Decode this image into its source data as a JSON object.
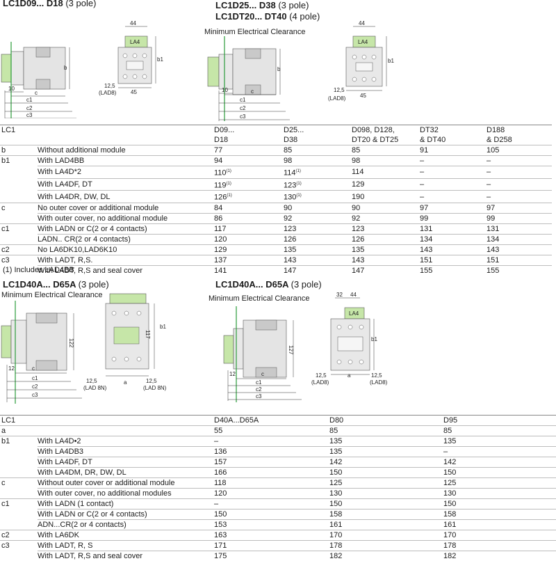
{
  "section1": {
    "heading_left": {
      "a": "LC1D09... D18",
      "b": "(3 pole)"
    },
    "heading_right": {
      "line1a": "LC1D25... D38",
      "line1b": "(3 pole)",
      "line2a": "LC1DT20... DT40",
      "line2b": "(4 pole)"
    },
    "clearance_label": "Minimum Electrical Clearance",
    "dims_left": {
      "b": "b",
      "d10": "10",
      "c": "c",
      "c1": "c1",
      "c2": "c2",
      "c3": "c3",
      "w44": "44",
      "la4": "LA4",
      "b1": "b1",
      "d125": "12,5",
      "lad8": "(LAD8)",
      "w45": "45"
    },
    "dims_right": {
      "b": "b",
      "d10": "10",
      "c": "c",
      "c1": "c1",
      "c2": "c2",
      "c3": "c3",
      "w44": "44",
      "la4": "LA4",
      "b1": "b1",
      "d125": "12,5",
      "lad8": "(LAD8)",
      "w45": "45"
    }
  },
  "table1": {
    "header": {
      "lc1": "LC1",
      "cols": [
        [
          "D09...",
          "D18"
        ],
        [
          "D25...",
          "D38"
        ],
        [
          "D098, D128,",
          "DT20 & DT25"
        ],
        [
          "DT32",
          "& DT40"
        ],
        [
          "D188",
          "& D258"
        ]
      ]
    },
    "rows": [
      {
        "key": "b",
        "desc": "Without additional module",
        "vals": [
          "77",
          "85",
          "85",
          "91",
          "105"
        ],
        "group_start": true
      },
      {
        "key": "b1",
        "desc": "With LAD4BB",
        "vals": [
          "94",
          "98",
          "98",
          "–",
          "–"
        ],
        "group_start": true
      },
      {
        "key": "",
        "desc": "With LA4D*2",
        "vals": [
          "110",
          "114",
          "114",
          "–",
          "–"
        ],
        "notes": [
          "(1)",
          "(1)"
        ]
      },
      {
        "key": "",
        "desc": "With LA4DF, DT",
        "vals": [
          "119",
          "123",
          "129",
          "–",
          "–"
        ],
        "notes": [
          "(1)",
          "(1)"
        ]
      },
      {
        "key": "",
        "desc": "With LA4DR, DW, DL",
        "vals": [
          "126",
          "130",
          "190",
          "–",
          "–"
        ],
        "notes": [
          "(1)",
          "(1)"
        ]
      },
      {
        "key": "c",
        "desc": "No outer cover or additional module",
        "vals": [
          "84",
          "90",
          "90",
          "97",
          "97"
        ],
        "group_start": true
      },
      {
        "key": "",
        "desc": "With outer cover, no additional module",
        "vals": [
          "86",
          "92",
          "92",
          "99",
          "99"
        ]
      },
      {
        "key": "c1",
        "desc": "With LADN or C(2 or 4 contacts)",
        "vals": [
          "117",
          "123",
          "123",
          "131",
          "131"
        ],
        "group_start": true
      },
      {
        "key": "",
        "desc": "LADN.. CR(2 or 4 contacts)",
        "vals": [
          "120",
          "126",
          "126",
          "134",
          "134"
        ]
      },
      {
        "key": "c2",
        "desc": "No LA6DK10,LAD6K10",
        "vals": [
          "129",
          "135",
          "135",
          "143",
          "143"
        ],
        "group_start": true
      },
      {
        "key": "c3",
        "desc": "With LADT, R,S.",
        "vals": [
          "137",
          "143",
          "143",
          "151",
          "151"
        ],
        "group_start": true
      },
      {
        "key": "",
        "desc": "With LADT, R,S and seal cover",
        "vals": [
          "141",
          "147",
          "147",
          "155",
          "155"
        ]
      }
    ],
    "footnote": "(1) Includes LAD4BB"
  },
  "section2": {
    "heading_left": {
      "a": "LC1D40A... D65A",
      "b": "(3 pole)"
    },
    "heading_right": {
      "a": "LC1D40A... D65A",
      "b": "(3 pole)"
    },
    "clearance_left": "Minimum Electrical Clearance",
    "clearance_right": "Minimum Electrical Clearance",
    "dims_left": {
      "h122": "122",
      "d12": "12",
      "c": "c",
      "c1": "c1",
      "c2": "c2",
      "c3": "c3",
      "b1": "b1",
      "h117": "117",
      "d125a": "12,5",
      "lad8na": "(LAD 8N)",
      "a": "a",
      "d125b": "12,5",
      "lad8nb": "(LAD 8N)"
    },
    "dims_right": {
      "h127": "127",
      "d12": "12",
      "c": "c",
      "c1": "c1",
      "c2": "c2",
      "c3": "c3",
      "w32": "32",
      "w44": "44",
      "la4": "LA4",
      "b1": "b1",
      "d125a": "12,5",
      "lad8a": "(LAD8)",
      "a": "a",
      "d125b": "12,5",
      "lad8b": "(LAD8)"
    }
  },
  "table2": {
    "header": {
      "lc1": "LC1",
      "cols": [
        "D40A...D65A",
        "D80",
        "D95"
      ]
    },
    "rows": [
      {
        "key": "a",
        "desc": "",
        "vals": [
          "55",
          "85",
          "85"
        ],
        "group_start": true
      },
      {
        "key": "b1",
        "desc": "With LA4D•2",
        "vals": [
          "–",
          "135",
          "135"
        ],
        "group_start": true
      },
      {
        "key": "",
        "desc": "With LA4DB3",
        "vals": [
          "136",
          "135",
          "–"
        ]
      },
      {
        "key": "",
        "desc": "With LA4DF, DT",
        "vals": [
          "157",
          "142",
          "142"
        ]
      },
      {
        "key": "",
        "desc": "With LA4DM, DR, DW, DL",
        "vals": [
          "166",
          "150",
          "150"
        ]
      },
      {
        "key": "c",
        "desc": "Without outer cover or additional module",
        "vals": [
          "118",
          "125",
          "125"
        ],
        "group_start": true
      },
      {
        "key": "",
        "desc": "With outer cover, no additional modules",
        "vals": [
          "120",
          "130",
          "130"
        ]
      },
      {
        "key": "c1",
        "desc": "With LADN (1 contact)",
        "vals": [
          "–",
          "150",
          "150"
        ],
        "group_start": true
      },
      {
        "key": "",
        "desc": "With LADN or C(2 or 4 contacts)",
        "vals": [
          "150",
          "158",
          "158"
        ]
      },
      {
        "key": "",
        "desc": "ADN...CR(2 or 4 contacts)",
        "vals": [
          "153",
          "161",
          "161"
        ]
      },
      {
        "key": "c2",
        "desc": "With LA6DK",
        "vals": [
          "163",
          "170",
          "170"
        ],
        "group_start": true
      },
      {
        "key": "c3",
        "desc": "With LADT, R, S",
        "vals": [
          "171",
          "178",
          "178"
        ],
        "group_start": true
      },
      {
        "key": "",
        "desc": "With LADT, R,S and seal cover",
        "vals": [
          "175",
          "182",
          "182"
        ]
      }
    ]
  }
}
